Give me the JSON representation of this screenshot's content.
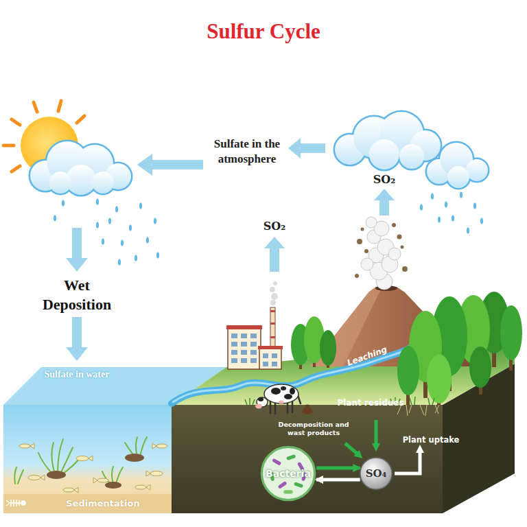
{
  "diagram": {
    "title": "Sulfur Cycle",
    "nodes": [
      {
        "text": [
          "Bacteria"
        ]
      },
      {
        "text": [
          "SO₄"
        ]
      }
    ],
    "edges": [
      {
        "from": 0,
        "to": 1,
        "arrow": "to"
      },
      {
        "from": 1,
        "to": 0,
        "arrow": "to"
      }
    ],
    "labels": [
      "Sulfate in the atmosphere",
      "SO₂",
      "SO₂",
      "Wet Deposition",
      "Sulfate in water",
      "Leaching",
      "Plant residues",
      "Decomposition and wast products",
      "Plant uptake",
      "Sedimentation"
    ]
  }
}
